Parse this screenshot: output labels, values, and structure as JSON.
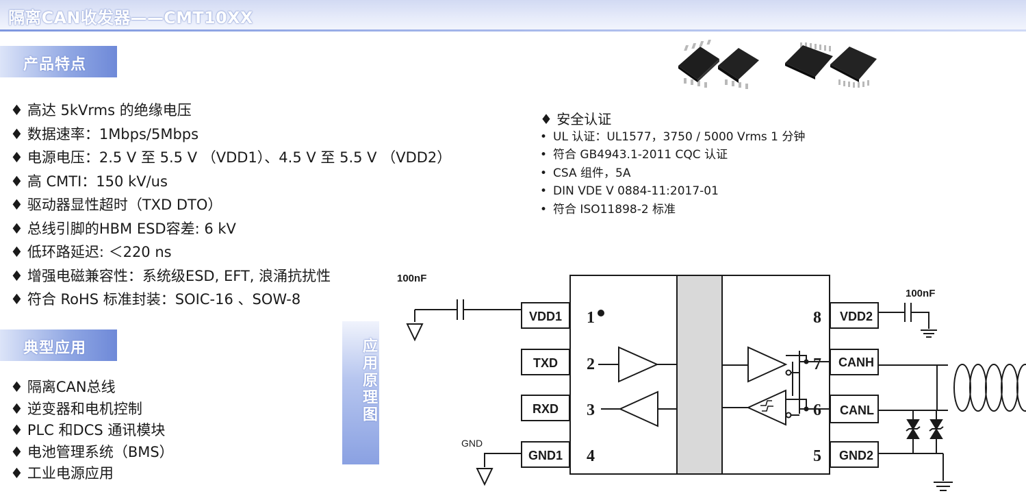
{
  "title": "隔离CAN收发器——CMT10XX",
  "sections": {
    "features_tab": "产品特点",
    "applications_tab": "典型应用",
    "schematic_tab": "应用原理图"
  },
  "features": [
    "高达 5kVrms 的绝缘电压",
    "数据速率：1Mbps/5Mbps",
    "电源电压：2.5 V 至 5.5 V （VDD1）、4.5 V 至 5.5 V （VDD2）",
    "高 CMTI：150 kV/us",
    "驱动器显性超时（TXD DTO）",
    "总线引脚的HBM ESD容差: 6 kV",
    "低环路延迟: ＜220 ns",
    "增强电磁兼容性：系统级ESD, EFT, 浪涌抗扰性",
    "符合 RoHS 标准封装：SOIC-16 、SOW-8"
  ],
  "applications": [
    "隔离CAN总线",
    "逆变器和电机控制",
    "PLC 和DCS 通讯模块",
    "电池管理系统（BMS）",
    "工业电源应用"
  ],
  "certifications": {
    "heading": "安全认证",
    "items": [
      "UL 认证：UL1577，3750 / 5000 Vrms 1 分钟",
      "符合 GB4943.1-2011 CQC 认证",
      "CSA 组件，5A",
      "DIN VDE V 0884-11:2017-01",
      "符合 ISO11898-2 标准"
    ]
  },
  "schematic": {
    "cap_left": "100nF",
    "cap_right": "100nF",
    "gnd_label": "GND",
    "left_pins": [
      {
        "label": "VDD1",
        "number": "1"
      },
      {
        "label": "TXD",
        "number": "2"
      },
      {
        "label": "RXD",
        "number": "3"
      },
      {
        "label": "GND1",
        "number": "4"
      }
    ],
    "right_pins": [
      {
        "label": "VDD2",
        "number": "8"
      },
      {
        "label": "CANH",
        "number": "7"
      },
      {
        "label": "CANL",
        "number": "6"
      },
      {
        "label": "GND2",
        "number": "5"
      }
    ]
  },
  "glyphs": {
    "diamond": "♦",
    "bullet": "•"
  },
  "colors": {
    "accent_blue": "#7e97df",
    "tab_blue": "#6e89d8",
    "isolation_barrier": "#d9d9d9"
  }
}
